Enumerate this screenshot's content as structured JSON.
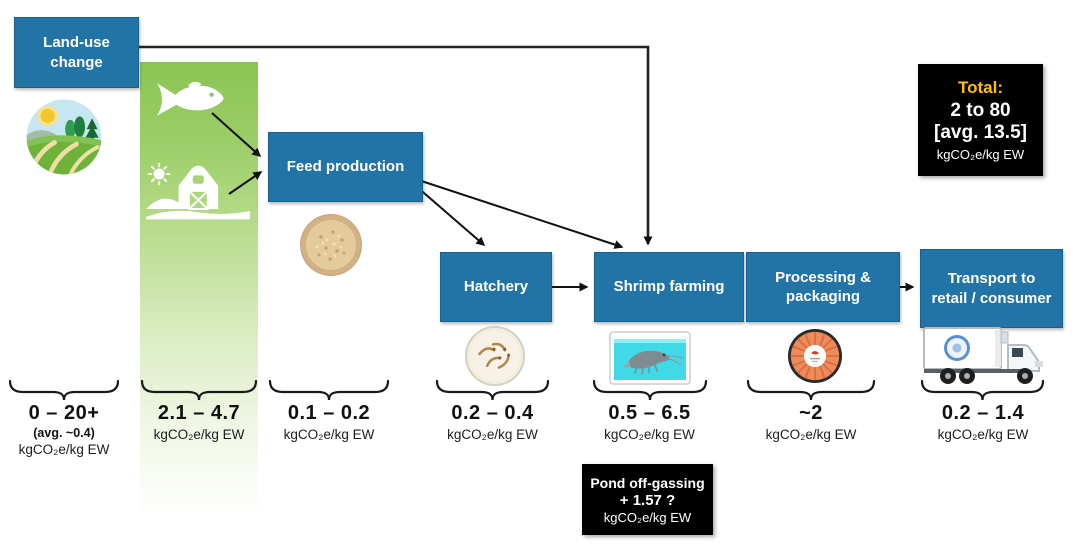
{
  "colors": {
    "stage_blue": "#2273A6",
    "total_yellow": "#FFC000",
    "box_black": "#000000",
    "band_green": "#8CC454",
    "arrow_black": "#111111"
  },
  "stages": [
    {
      "id": "land-use-change",
      "label": "Land-use change",
      "value": "0 – 20+",
      "avg": "(avg. ~0.4)",
      "unit": "kgCO₂e/kg EW",
      "icon": "farmland-icon"
    },
    {
      "id": "feed-inputs-band",
      "value": "2.1 – 4.7",
      "unit": "kgCO₂e/kg EW",
      "icon": "fish-icon and farm-barn-icon"
    },
    {
      "id": "feed-production",
      "label": "Feed production",
      "value": "0.1 – 0.2",
      "unit": "kgCO₂e/kg EW",
      "icon": "feed-meal-icon"
    },
    {
      "id": "hatchery",
      "label": "Hatchery",
      "value": "0.2 – 0.4",
      "unit": "kgCO₂e/kg EW",
      "icon": "larvae-dish-icon"
    },
    {
      "id": "shrimp-farming",
      "label": "Shrimp farming",
      "value": "0.5 – 6.5",
      "unit": "kgCO₂e/kg EW",
      "icon": "shrimp-tank-icon"
    },
    {
      "id": "processing-packaging",
      "label": "Processing & packaging",
      "value": "~2",
      "unit": "kgCO₂e/kg EW",
      "icon": "shrimp-ring-icon"
    },
    {
      "id": "transport-retail-consumer",
      "label": "Transport to retail / consumer",
      "value": "0.2 – 1.4",
      "unit": "kgCO₂e/kg EW",
      "icon": "delivery-truck-icon"
    }
  ],
  "total": {
    "title": "Total:",
    "range": "2 to 80",
    "avg": "[avg. 13.5]",
    "unit": "kgCO₂e/kg EW"
  },
  "pond_offgassing": {
    "title": "Pond off-gassing",
    "value": "+ 1.57 ?",
    "unit": "kgCO₂e/kg EW"
  }
}
